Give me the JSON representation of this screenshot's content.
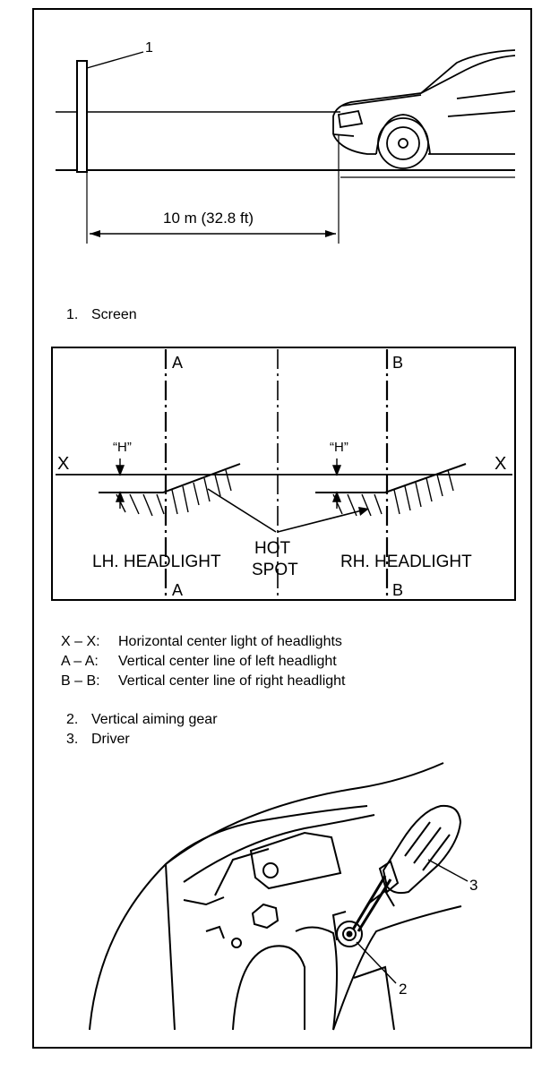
{
  "fig1": {
    "callout_number": "1",
    "distance_label": "10 m (32.8 ft)",
    "caption_number": "1.",
    "caption_text": "Screen"
  },
  "fig2": {
    "label_a_top": "A",
    "label_a_bottom": "A",
    "label_b_top": "B",
    "label_b_bottom": "B",
    "label_x_left": "X",
    "label_x_right": "X",
    "label_h_left": "“H”",
    "label_h_right": "“H”",
    "lh_headlight": "LH. HEADLIGHT",
    "hot_spot_line1": "HOT",
    "hot_spot_line2": "SPOT",
    "rh_headlight": "RH. HEADLIGHT"
  },
  "legend": [
    {
      "key": "X – X:",
      "text": "Horizontal center light of headlights"
    },
    {
      "key": "A – A:",
      "text": "Vertical center line of left headlight"
    },
    {
      "key": "B – B:",
      "text": "Vertical center line of right headlight"
    }
  ],
  "parts": [
    {
      "num": "2.",
      "text": "Vertical aiming gear"
    },
    {
      "num": "3.",
      "text": "Driver"
    }
  ],
  "fig3": {
    "callout_2": "2",
    "callout_3": "3"
  }
}
